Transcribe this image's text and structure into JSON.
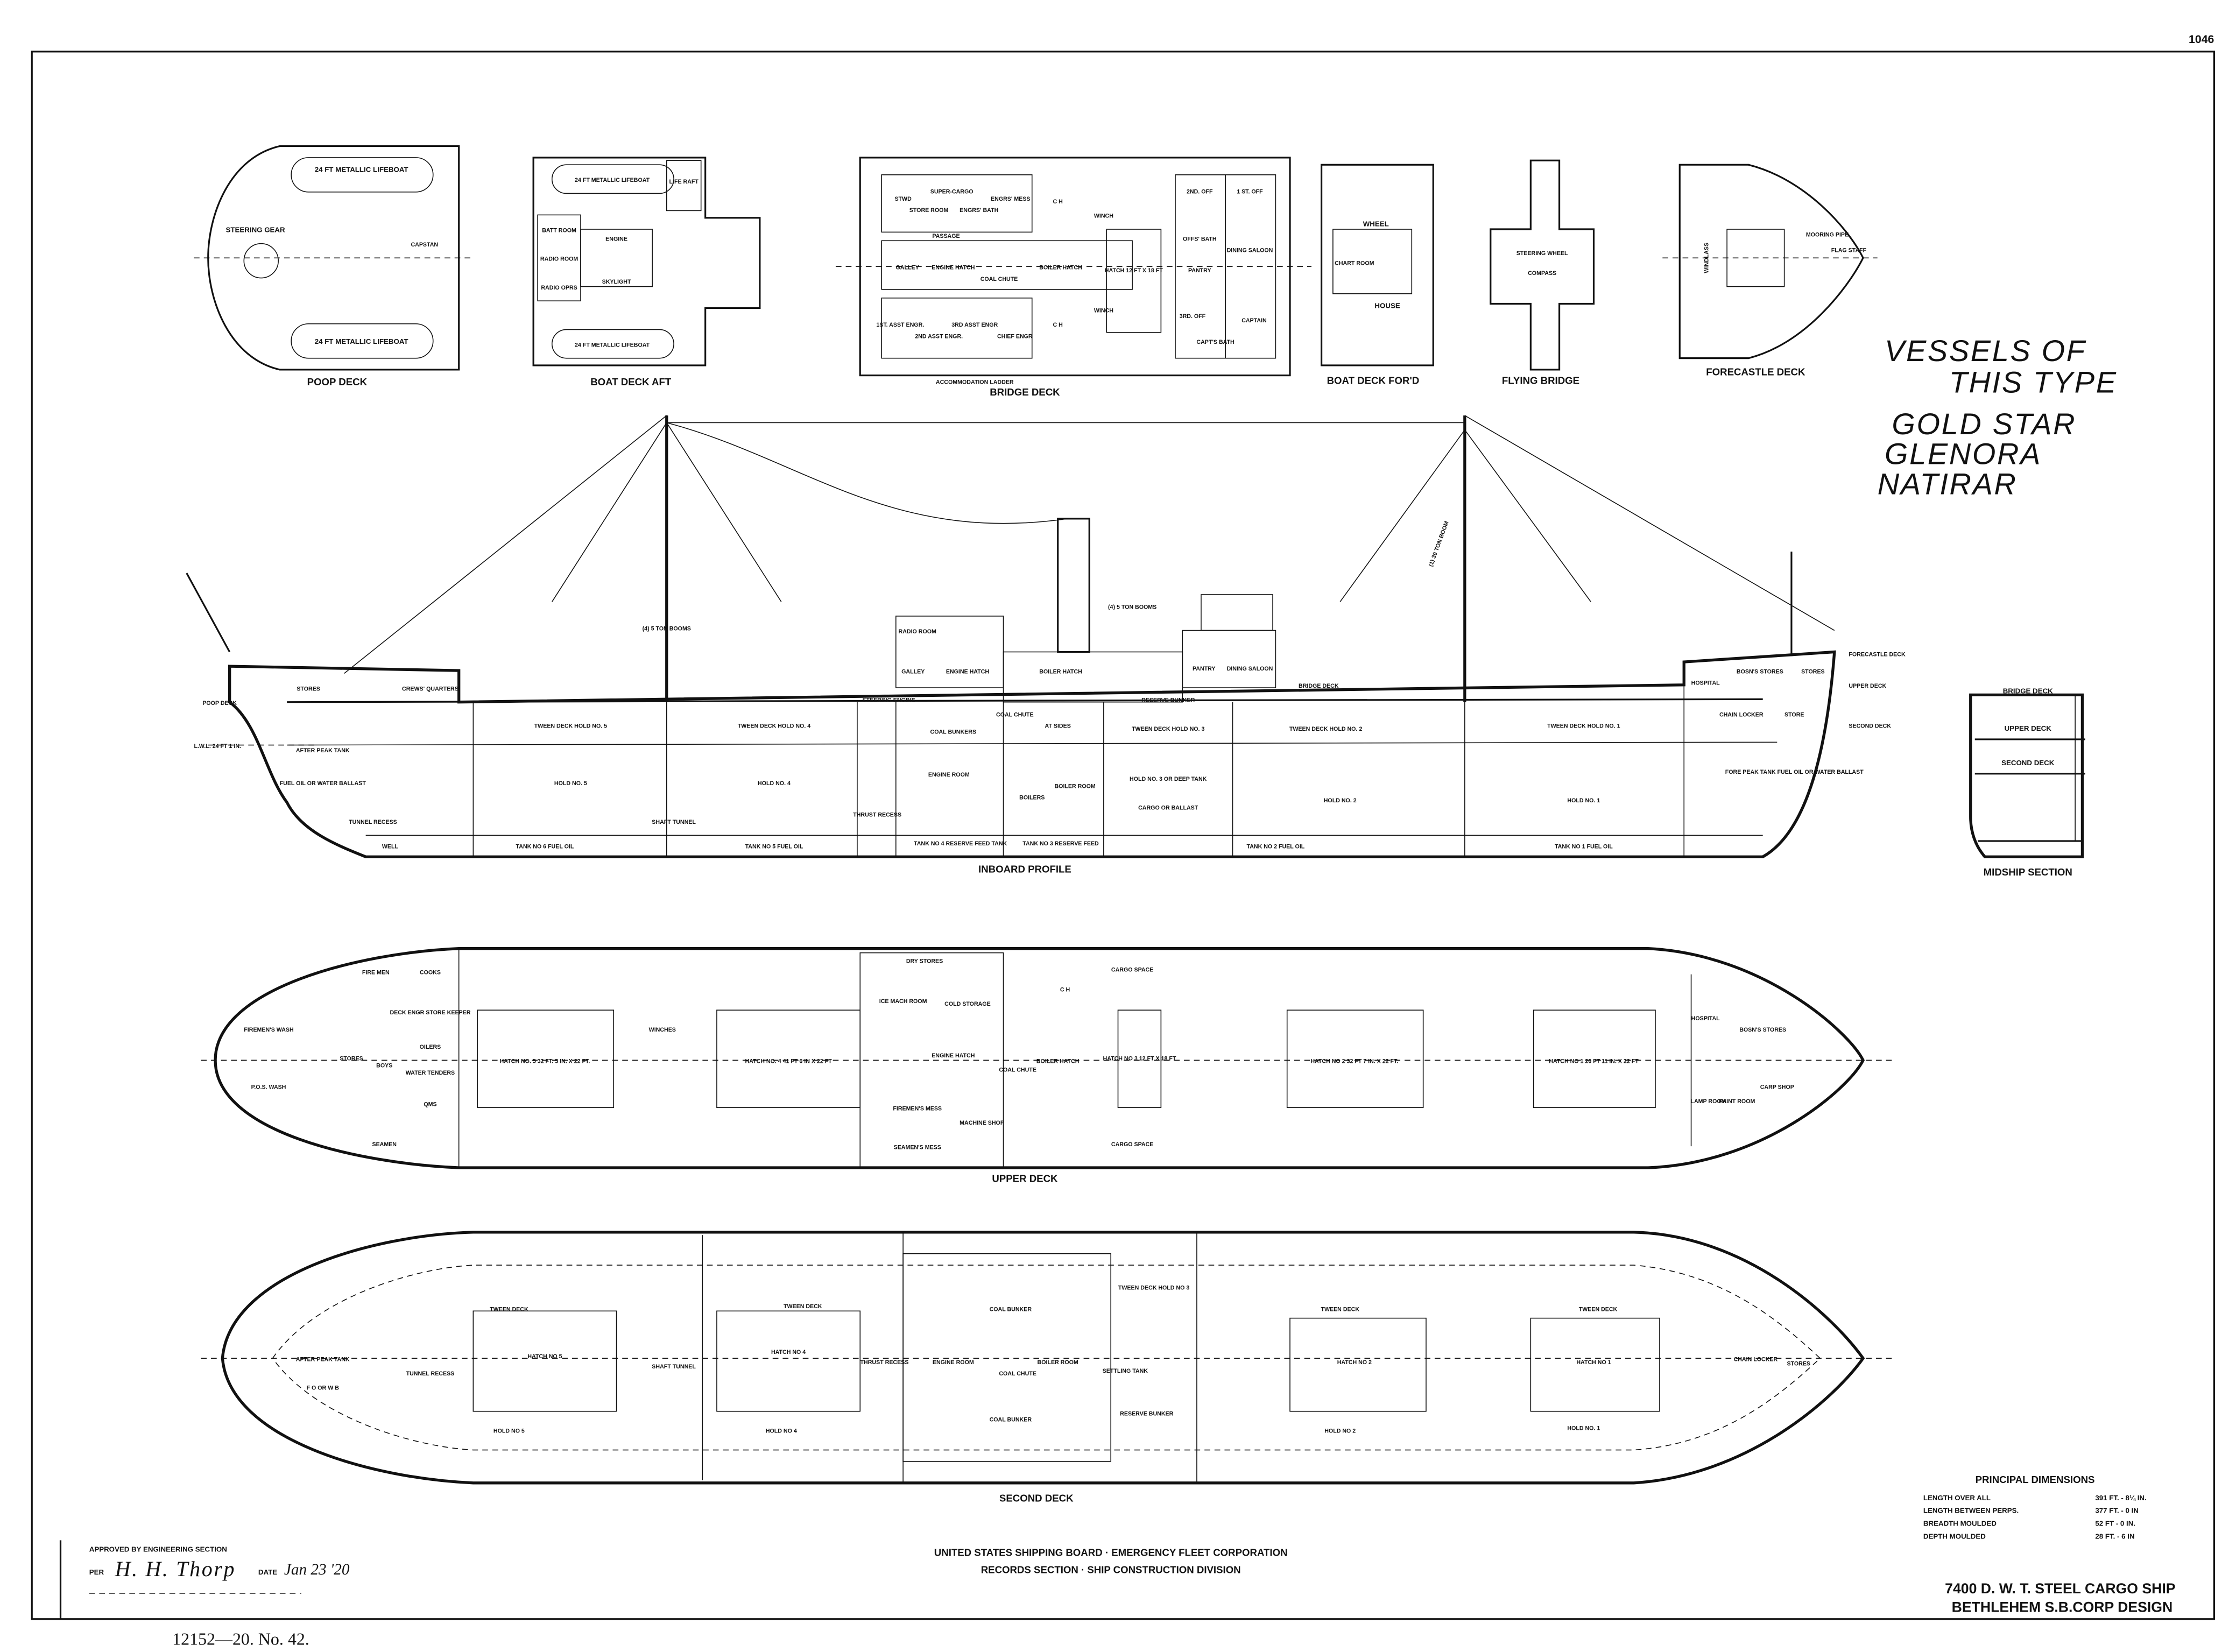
{
  "sheet_number": "1046",
  "deck_plans": {
    "poop_deck": {
      "title": "POOP DECK",
      "labels": [
        "24 FT METALLIC LIFEBOAT",
        "STEERING GEAR",
        "CAPSTAN",
        "24 FT METALLIC LIFEBOAT"
      ]
    },
    "boat_deck_aft": {
      "title": "BOAT DECK AFT",
      "labels": [
        "24 FT METALLIC LIFEBOAT",
        "LIFE RAFT",
        "BATT ROOM",
        "RADIO ROOM",
        "ENGINE",
        "SKYLIGHT",
        "RADIO OPRS",
        "24 FT METALLIC LIFEBOAT"
      ]
    },
    "bridge_deck": {
      "title": "BRIDGE DECK",
      "labels": [
        "STWD",
        "STORE ROOM",
        "SUPER-CARGO",
        "ENGRS' BATH",
        "ENGRS' MESS",
        "GALLEY",
        "ENGINE HATCH",
        "COAL CHUTE",
        "BOILER HATCH",
        "HATCH 12 FT X 18 FT",
        "WINCH",
        "WINCH",
        "C H",
        "C H",
        "2ND. OFF",
        "1 ST. OFF",
        "OFFS' BATH",
        "DINING SALOON",
        "PANTRY",
        "3RD. OFF",
        "CAPT'S BATH",
        "CAPTAIN",
        "1ST. ASST ENGR.",
        "2ND ASST ENGR.",
        "3RD ASST ENGR",
        "CHIEF ENGR",
        "PASSAGE",
        "ACCOMMODATION LADDER"
      ]
    },
    "boat_deck_ford": {
      "title": "BOAT DECK FOR'D",
      "labels": [
        "WHEEL",
        "CHART ROOM",
        "HOUSE"
      ]
    },
    "flying_bridge": {
      "title": "FLYING BRIDGE",
      "labels": [
        "STEERING WHEEL",
        "COMPASS"
      ]
    },
    "forecastle_deck": {
      "title": "FORECASTLE DECK",
      "labels": [
        "WINDLASS",
        "MOORING PIPE",
        "FLAG STAFF"
      ]
    }
  },
  "vessels_of_this_type": {
    "heading_1": "VESSELS OF",
    "heading_2": "THIS TYPE",
    "names": [
      "GOLD STAR",
      "GLENORA",
      "NATIRAR"
    ]
  },
  "inboard_profile": {
    "title": "INBOARD PROFILE",
    "labels": {
      "poop_deck": "POOP DECK",
      "lwl": "L.W.L. 24 FT 1 IN.",
      "after_peak": "AFTER PEAK TANK",
      "fuel_aft": "FUEL OIL OR WATER BALLAST",
      "tunnel_recess": "TUNNEL RECESS",
      "stores": "STORES",
      "crews_quarters": "CREWS' QUARTERS",
      "tween5": "TWEEN DECK HOLD NO. 5",
      "hold5": "HOLD NO. 5",
      "tween4": "TWEEN DECK HOLD NO. 4",
      "hold4": "HOLD NO. 4",
      "shaft_tunnel": "SHAFT   TUNNEL",
      "thrust_recess": "THRUST RECESS",
      "booms_aft": "(4) 5 TON BOOMS",
      "radio_room": "RADIO ROOM",
      "galley": "GALLEY",
      "engine_hatch": "ENGINE HATCH",
      "steering_engine": "STEERING ENGINE",
      "coal_bunkers": "COAL BUNKERS",
      "engine_room": "ENGINE ROOM",
      "boiler_hatch": "BOILER HATCH",
      "boilers": "BOILERS",
      "boiler_room": "BOILER ROOM",
      "coal_chute": "COAL CHUTE",
      "at_sides": "AT SIDES",
      "reserve_bunker": "RESERVE BUNKER",
      "tween3": "TWEEN DECK HOLD NO. 3",
      "hold3": "HOLD NO. 3 OR DEEP TANK",
      "cargo_ballast": "CARGO OR BALLAST",
      "pantry": "PANTRY",
      "dining_saloon": "DINING SALOON",
      "bridge_deck": "BRIDGE DECK",
      "booms_mid": "(4) 5 TON BOOMS",
      "boom_30": "(1) 30 TON BOOM",
      "tween2": "TWEEN DECK HOLD NO. 2",
      "hold2": "HOLD NO. 2",
      "tween1": "TWEEN DECK HOLD NO. 1",
      "hold1": "HOLD NO. 1",
      "hospital": "HOSPITAL",
      "bosns_stores": "BOSN'S STORES",
      "stores_fwd": "STORES",
      "chain_locker": "CHAIN LOCKER",
      "store": "STORE",
      "fore_peak": "FORE PEAK TANK FUEL OIL OR WATER BALLAST",
      "forecastle_deck": "FORECASTLE DECK",
      "upper_deck": "UPPER DECK",
      "second_deck": "SECOND DECK",
      "well": "WELL",
      "tank6": "TANK NO 6   FUEL OIL",
      "tank5": "TANK NO 5   FUEL OIL",
      "tank4": "TANK NO 4 RESERVE FEED TANK",
      "tank3": "TANK NO 3 RESERVE FEED",
      "tank2": "TANK NO 2   FUEL OIL",
      "tank1": "TANK NO 1   FUEL OIL"
    }
  },
  "midship_section": {
    "title": "MIDSHIP SECTION",
    "bridge_deck": "BRIDGE DECK",
    "upper_deck": "UPPER DECK",
    "second_deck": "SECOND DECK"
  },
  "upper_deck": {
    "title": "UPPER DECK",
    "labels": {
      "firemen_wash": "FIREMEN'S WASH",
      "fire_men": "FIRE MEN",
      "cooks": "COOKS",
      "stores": "STORES",
      "boys": "BOYS",
      "oilers": "OILERS",
      "deck_engine_keeper": "DECK ENGR STORE KEEPER",
      "water_tenders": "WATER TENDERS",
      "qms": "QMS",
      "seamen": "SEAMEN",
      "pos_wash": "P.O.S. WASH",
      "hatch5": "HATCH NO. 5   32 FT. 5 IN. X 22 FT.",
      "hatch4": "HATCH NO. 4   41 FT 6 IN X 22 FT",
      "winches": "WINCHES",
      "ice_machine": "ICE MACH ROOM",
      "dry_stores": "DRY STORES",
      "cold_storage": "COLD STORAGE",
      "engine_hatch": "ENGINE HATCH",
      "firemens_mess": "FIREMEN'S MESS",
      "seamens_mess": "SEAMEN'S MESS",
      "machine_shop": "MACHINE SHOP",
      "coal_chute": "COAL CHUTE",
      "boiler_hatch": "BOILER HATCH",
      "hatch3": "HATCH NO 3   12 FT X 18 FT",
      "cargo_space": "CARGO SPACE",
      "cargo_space_2": "CARGO SPACE",
      "hatch2": "HATCH NO 2   32 FT 7 IN. X 22 FT.",
      "hatch1": "HATCH NO 1   20 FT 11 IN. X 22 FT",
      "hospital": "HOSPITAL",
      "bosns_stores": "BOSN'S STORES",
      "lamp_room": "LAMP ROOM",
      "paint_room": "PAINT ROOM",
      "carp_shop": "CARP SHOP",
      "ch": "C H"
    }
  },
  "second_deck": {
    "title": "SECOND DECK",
    "labels": {
      "after_peak": "AFTER PEAK TANK",
      "fo_wb": "F O OR W B",
      "tunnel_recess": "TUNNEL RECESS",
      "shaft_tunnel": "SHAFT TUNNEL",
      "tween_aft1": "TWEEN DECK",
      "tween_aft2": "TWEEN DECK",
      "hatch5": "HATCH NO 5",
      "hatch4": "HATCH NO 4",
      "hold5": "HOLD NO 5",
      "hold4": "HOLD NO 4",
      "thrust_recess": "THRUST RECESS",
      "coal_bunker_top": "COAL BUNKER",
      "engine_room": "ENGINE ROOM",
      "coal_chute": "COAL CHUTE",
      "boiler_room": "BOILER ROOM",
      "coal_bunker_bottom": "COAL BUNKER",
      "settling_tank": "SETTLING TANK",
      "tween3": "TWEEN DECK HOLD NO 3",
      "reserve_bunker": "RESERVE BUNKER",
      "tween_fwd1": "TWEEN DECK",
      "tween_fwd2": "TWEEN DECK",
      "hatch2": "HATCH NO 2",
      "hatch1": "HATCH NO 1",
      "hold2": "HOLD NO 2",
      "hold1": "HOLD NO. 1",
      "chain_locker": "CHAIN LOCKER",
      "stores": "STORES"
    }
  },
  "approval": {
    "heading": "APPROVED BY ENGINEERING SECTION",
    "per_label": "PER",
    "signature": "H. H. Thorp",
    "date_label": "DATE",
    "date": "Jan 23 '20"
  },
  "agency": {
    "line1": "UNITED STATES SHIPPING BOARD · EMERGENCY FLEET CORPORATION",
    "line2": "RECORDS SECTION · SHIP CONSTRUCTION DIVISION"
  },
  "principal_dimensions": {
    "title": "PRINCIPAL DIMENSIONS",
    "rows": [
      {
        "label": "LENGTH OVER ALL",
        "value": "391 FT. - 8¼ IN."
      },
      {
        "label": "LENGTH BETWEEN PERPS.",
        "value": "377 FT. - 0 IN"
      },
      {
        "label": "BREADTH MOULDED",
        "value": "52 FT - 0 IN."
      },
      {
        "label": "DEPTH MOULDED",
        "value": "28 FT. - 6 IN"
      }
    ]
  },
  "ship_title": {
    "line1": "7400 D. W. T.   STEEL CARGO SHIP",
    "line2": "BETHLEHEM  S.B.CORP  DESIGN"
  },
  "print_number": "12152—20.   No. 42."
}
